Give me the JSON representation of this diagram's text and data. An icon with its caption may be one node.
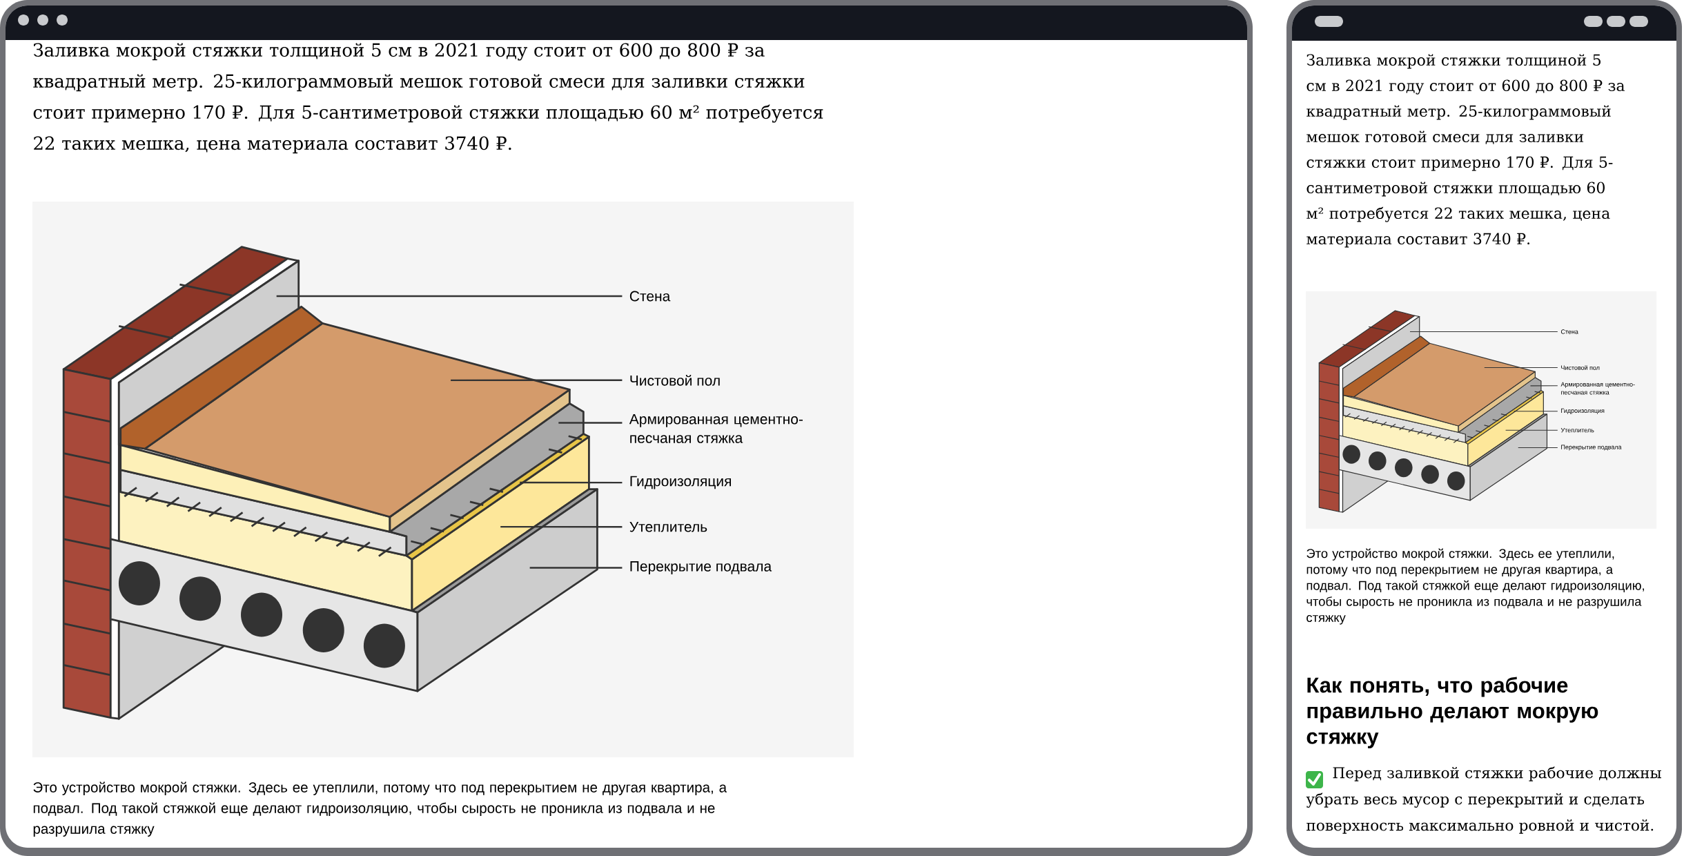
{
  "diagram": {
    "nodes": [
      {
        "text": [
          "Стена"
        ]
      },
      {
        "text": [
          "Чистовой пол"
        ]
      },
      {
        "text": [
          "Армированная цементно-песчаная стяжка"
        ]
      },
      {
        "text": [
          "Гидроизоляция"
        ]
      },
      {
        "text": [
          "Утеплитель"
        ]
      },
      {
        "text": [
          "Перекрытие подвала"
        ]
      },
      {
        "text": [
          "Стена"
        ]
      },
      {
        "text": [
          "Чистовой пол"
        ]
      },
      {
        "text": [
          "Армированная цементно-песчаная стяжка"
        ]
      },
      {
        "text": [
          "Гидроизоляция"
        ]
      },
      {
        "text": [
          "Утеплитель"
        ]
      },
      {
        "text": [
          "Перекрытие подвала"
        ]
      }
    ],
    "edges": [
      {
        "from": 0,
        "to": null,
        "arrow": "none"
      },
      {
        "from": 1,
        "to": null,
        "arrow": "none"
      },
      {
        "from": 2,
        "to": null,
        "arrow": "none"
      },
      {
        "from": 3,
        "to": null,
        "arrow": "none"
      },
      {
        "from": 4,
        "to": null,
        "arrow": "none"
      },
      {
        "from": 5,
        "to": null,
        "arrow": "none"
      },
      {
        "from": 6,
        "to": null,
        "arrow": "none"
      },
      {
        "from": 7,
        "to": null,
        "arrow": "none"
      },
      {
        "from": 8,
        "to": null,
        "arrow": "none"
      },
      {
        "from": 9,
        "to": null,
        "arrow": "none"
      },
      {
        "from": 10,
        "to": null,
        "arrow": "none"
      },
      {
        "from": 11,
        "to": null,
        "arrow": "none"
      }
    ],
    "labels": [
      "Заливка мокрой стяжки толщиной 5 см в 2021 году стоит от 600 до 800 ₽ за квадратный метр. 25-килограммовый мешок готовой смеси для заливки стяжки стоит примерно 170 ₽. Для 5-сантиметровой стяжки площадью 60 м² потребуется 22 таких мешка, цена материала составит 3740 ₽.",
      "Это устройство мокрой стяжки. Здесь ее утеплили, потому что под перекрытием не другая квартира, а подвал. Под такой стяжкой еще делают гидроизоляцию, чтобы сырость не проникла из подвала и не разрушила стяжку",
      "Заливка мокрой стяжки толщиной 5 см в 2021 году стоит от 600 до 800 ₽ за квадратный метр. 25-килограммовый мешок готовой смеси для заливки стяжки стоит примерно 170 ₽. Для 5-сантиметровой стяжки площадью 60 м² потребуется 22 таких мешка, цена материала составит 3740 ₽.",
      "Это устройство мокрой стяжки. Здесь ее утеплили, потому что под перекрытием не другая квартира, а подвал. Под такой стяжкой еще делают гидроизоляцию, чтобы сырость не проникла из подвала и не разрушила стяжку",
      "Как понять, что рабочие правильно делают мокрую стяжку",
      "Перед заливкой стяжки рабочие должны убрать весь мусор с перекрытий и сделать поверхность максимально ровной и чистой."
    ]
  }
}
